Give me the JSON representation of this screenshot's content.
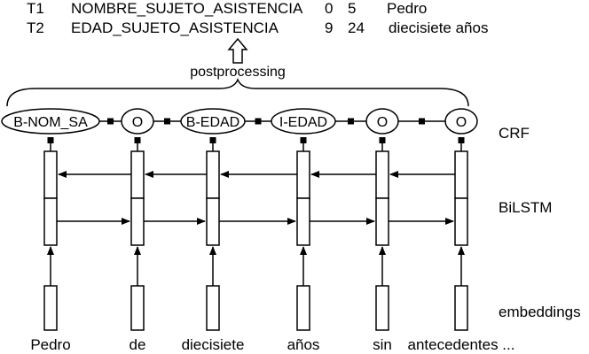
{
  "annotations": [
    {
      "id": "T1",
      "label": "NOMBRE_SUJETO_ASISTENCIA",
      "start": "0",
      "end": "5",
      "text": "Pedro"
    },
    {
      "id": "T2",
      "label": "EDAD_SUJETO_ASISTENCIA",
      "start": "9",
      "end": "24",
      "text": "diecisiete años"
    }
  ],
  "postprocessing_label": "postprocessing",
  "layers": {
    "crf": "CRF",
    "bilstm": "BiLSTM",
    "embeddings": "embeddings"
  },
  "tags": [
    "B-NOM_SA",
    "O",
    "B-EDAD",
    "I-EDAD",
    "O",
    "O"
  ],
  "tokens": [
    "Pedro",
    "de",
    "diecisiete",
    "años",
    "sin",
    "antecedentes ..."
  ],
  "colors": {
    "stroke": "#000000",
    "background": "#ffffff"
  }
}
